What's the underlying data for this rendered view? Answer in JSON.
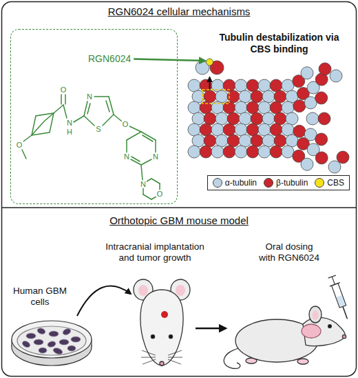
{
  "diagram": {
    "title": "RGN6024 cellular mechanisms",
    "nodes": [
      {
        "text": [
          "RGN6024"
        ]
      }
    ],
    "labels": [
      "Tubulin destabilization via CBS binding",
      "O",
      "O",
      "N",
      "H",
      "N",
      "S",
      "O",
      "N",
      "N",
      "N",
      "O",
      "Orthotopic GBM mouse model",
      "Intracranial implantation and tumor growth",
      "Oral dosing with RGN6024",
      "Human GBM cells"
    ],
    "legend": [
      {
        "text": "α-tubulin",
        "color": "#bcd3e6"
      },
      {
        "text": "β-tubulin",
        "color": "#c8262c"
      },
      {
        "text": "CBS",
        "color": "#f5e11a"
      }
    ]
  }
}
